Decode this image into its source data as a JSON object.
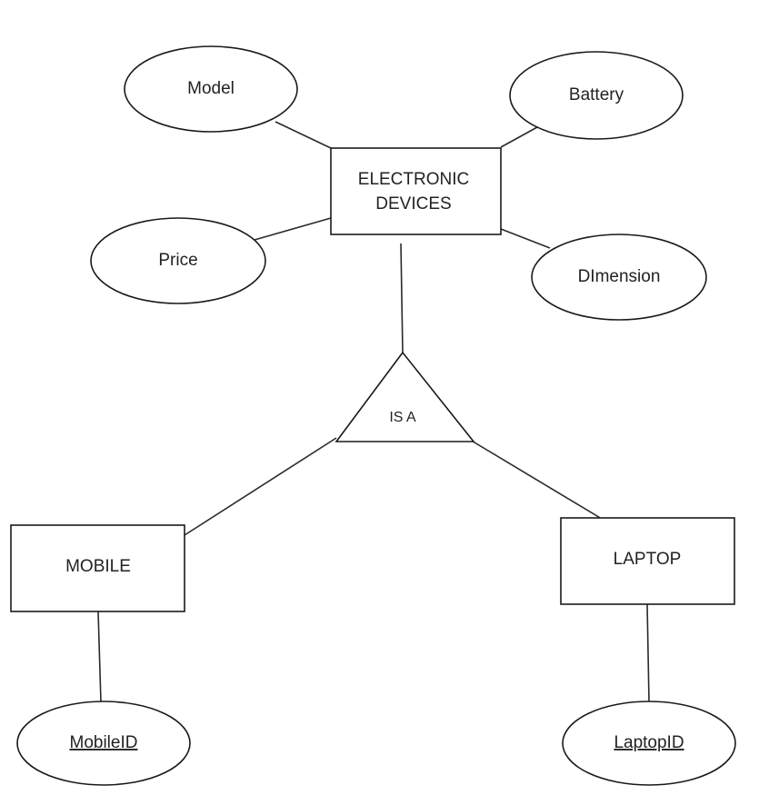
{
  "entities": {
    "parent": {
      "line1": "ELECTRONIC",
      "line2": "DEVICES"
    },
    "mobile": "MOBILE",
    "laptop": "LAPTOP"
  },
  "relationship": {
    "isa": "IS A"
  },
  "attributes": {
    "model": "Model",
    "battery": "Battery",
    "price": "Price",
    "dimension": "DImension",
    "mobile_id": "MobileID",
    "laptop_id": "LaptopID"
  }
}
